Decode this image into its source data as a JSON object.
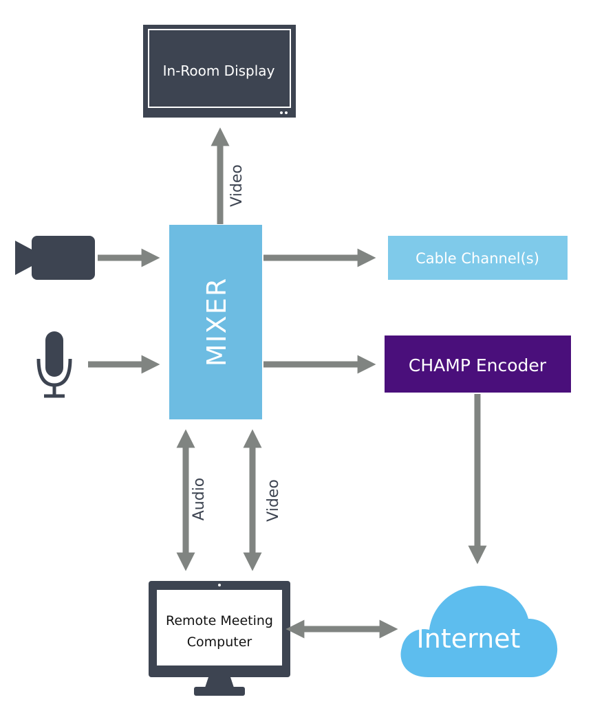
{
  "nodes": {
    "display": {
      "label": "In-Room Display"
    },
    "mixer": {
      "label": "MIXER"
    },
    "cable": {
      "label": "Cable Channel(s)"
    },
    "encoder": {
      "label": "CHAMP Encoder"
    },
    "computer": {
      "label_line1": "Remote Meeting",
      "label_line2": "Computer"
    },
    "internet": {
      "label": "Internet"
    }
  },
  "edges": {
    "mixer_to_display": {
      "label": "Video"
    },
    "audio_link": {
      "label": "Audio"
    },
    "video_link": {
      "label": "Video"
    }
  },
  "icons": {
    "camera": "video-camera-icon",
    "microphone": "microphone-icon"
  },
  "colors": {
    "dark_slate": "#3d4451",
    "arrow_gray": "#808481",
    "mixer_blue": "#6dbce2",
    "cable_blue": "#7fcaea",
    "encoder_purple": "#4a0f7b",
    "cloud_blue": "#5dbdee"
  }
}
